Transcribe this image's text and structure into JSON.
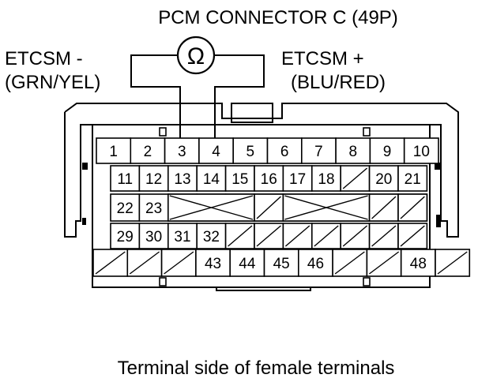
{
  "title": "PCM CONNECTOR C (49P)",
  "meter_symbol": "Ω",
  "probe_left": {
    "line1": "ETCSM -",
    "line2": "(GRN/YEL)"
  },
  "probe_right": {
    "line1": "ETCSM +",
    "line2": "(BLU/RED)"
  },
  "caption": "Terminal side of female terminals",
  "rows": [
    [
      "1",
      "2",
      "3",
      "4",
      "5",
      "6",
      "7",
      "8",
      "9",
      "10"
    ],
    [
      "11",
      "12",
      "13",
      "14",
      "15",
      "16",
      "17",
      "18",
      "",
      "20",
      "21"
    ],
    [
      "22",
      "23",
      "",
      "",
      "",
      "",
      "",
      "",
      "",
      "",
      ""
    ],
    [
      "29",
      "30",
      "31",
      "32",
      "",
      "",
      "",
      "",
      "",
      "",
      ""
    ],
    [
      "",
      "",
      "",
      "43",
      "44",
      "45",
      "46",
      "",
      "",
      "48",
      ""
    ]
  ],
  "cavities": [
    {
      "row": 2,
      "from": 2,
      "to": 5,
      "style": "x"
    },
    {
      "row": 2,
      "from": 5,
      "to": 6,
      "style": "slash"
    },
    {
      "row": 2,
      "from": 6,
      "to": 9,
      "style": "x"
    },
    {
      "row": 2,
      "from": 9,
      "to": 10,
      "style": "slash"
    },
    {
      "row": 2,
      "from": 10,
      "to": 11,
      "style": "slash"
    }
  ]
}
